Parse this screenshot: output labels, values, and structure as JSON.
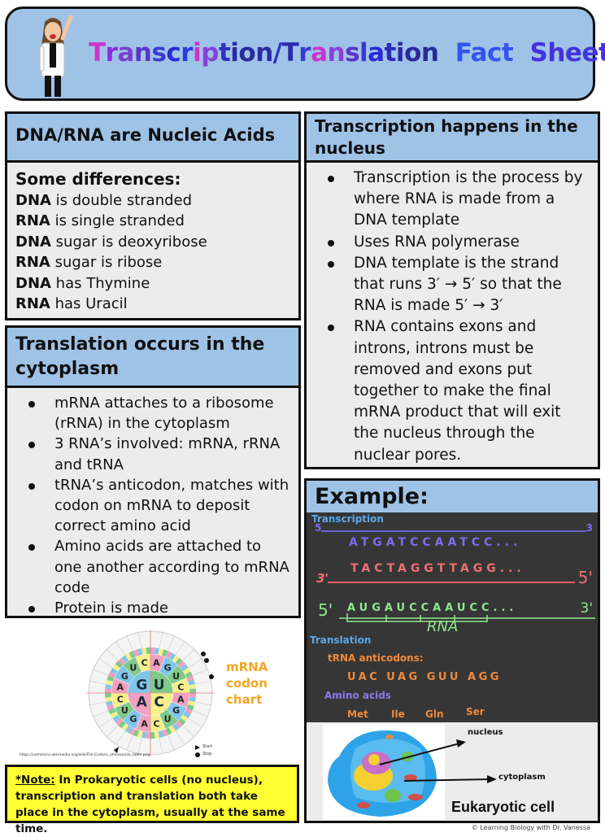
{
  "banner": {
    "title_words": [
      {
        "text": "Transcription/Translation",
        "letters_colors": [
          "#cc33cc",
          "#8a2be2",
          "#7b3fd0",
          "#5a35c8",
          "#3a3ad0",
          "#2a2ad8",
          "#2a3ae0",
          "#cc33cc",
          "#8a40d8",
          "#3030c0",
          "#2a2aa8",
          "#2a2a98",
          "#2a2aa8",
          "#3030c8",
          "#2a2ab0",
          "#3a3ad0",
          "#cc33cc",
          "#8a40d8",
          "#5a35c8",
          "#3a3ad0",
          "#2a2ad8",
          "#2a2ac0",
          "#2a2ab0",
          "#2a2aa0",
          "#2a2a98"
        ]
      },
      {
        "text": "Fact",
        "color": "#3355ee"
      },
      {
        "text": "Sheet",
        "color": "#4433dd"
      }
    ],
    "avatar_icon": "teacher-avatar-icon"
  },
  "dna_card": {
    "heading": "DNA/RNA are Nucleic Acids",
    "subheading": "Some differences:",
    "items": [
      {
        "bold": "DNA",
        "rest": " is double stranded"
      },
      {
        "bold": "RNA",
        "rest": " is single stranded"
      },
      {
        "bold": "DNA",
        "rest": " sugar is deoxyribose"
      },
      {
        "bold": "RNA",
        "rest": " sugar is ribose"
      },
      {
        "bold": "DNA",
        "rest": " has Thymine"
      },
      {
        "bold": "RNA",
        "rest": " has Uracil"
      }
    ]
  },
  "transcription_card": {
    "heading": "Transcription happens in the nucleus",
    "bullets": [
      "Transcription is the process by where RNA is made from a DNA template",
      "Uses RNA polymerase",
      "DNA template is the strand that runs 3′ → 5′ so that the RNA is made 5′ → 3′",
      "RNA contains exons and introns, introns must be removed and exons put together to make the final mRNA product that will exit the nucleus through the nuclear pores."
    ]
  },
  "translation_card": {
    "heading": "Translation occurs in the cytoplasm",
    "bullets": [
      "mRNA attaches to a ribosome (rRNA) in the cytoplasm",
      "3 RNA’s involved:  mRNA, rRNA and tRNA",
      "tRNA’s anticodon, matches with codon on mRNA to deposit correct amino acid",
      "Amino acids are attached to one another according to mRNA code",
      "Protein is made"
    ]
  },
  "codon_chart": {
    "label_lines": [
      "mRNA",
      "codon",
      "chart"
    ],
    "inner_letters": [
      "G",
      "U",
      "A",
      "C"
    ],
    "middle_letters": [
      "A",
      "G",
      "U",
      "C",
      "A",
      "G",
      "U",
      "C",
      "A",
      "G",
      "U",
      "C",
      "A",
      "G",
      "U",
      "C"
    ],
    "source_url": "https://commons.wikimedia.org/wiki/File:Codons_aminoacids_table.png",
    "legend": [
      {
        "icon": "start-triangle-icon",
        "label": "Start"
      },
      {
        "icon": "stop-circle-icon",
        "label": "Stop"
      }
    ]
  },
  "note": {
    "label": "*Note:",
    "text": "  In Prokaryotic cells (no nucleus), transcription and translation both take place in the cytoplasm, usually at the same time."
  },
  "example_card": {
    "heading": "Example:",
    "transcription_label": "Transcription",
    "coding_strand": {
      "left_end": "5",
      "right_end": "3",
      "sequence": "ATGATCCAATCC...",
      "color": "#7b6cf0"
    },
    "template_strand": {
      "left_end": "3'",
      "right_end": "5'",
      "sequence": "TACTAGGTTAGG...",
      "color": "#f07070"
    },
    "rna_strand": {
      "left_end": "5'",
      "right_end": "3'",
      "sequence": "AUGAUCCAAUCC...",
      "label": "RNA",
      "color": "#8fe88f"
    },
    "translation_label": "Translation",
    "trna_label": "tRNA anticodons:",
    "anticodons": "UAC UAG GUU AGG",
    "amino_label": "Amino acids",
    "amino_acids": [
      "Met",
      "Ile",
      "Gln",
      "Ser"
    ],
    "cell_labels": {
      "nucleus": "nucleus",
      "cytoplasm": "cytoplasm",
      "caption": "Eukaryotic cell"
    }
  },
  "footer": {
    "credit": "© Learning Biology with Dr. Vanessa"
  }
}
